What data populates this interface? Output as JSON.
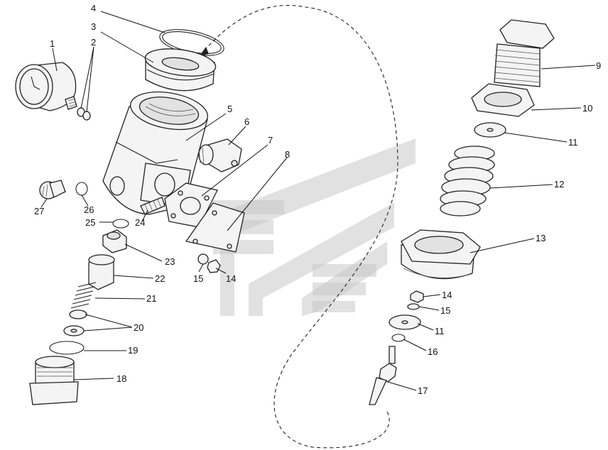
{
  "labels": [
    {
      "key": "l1",
      "text": "1"
    },
    {
      "key": "l2",
      "text": "2"
    },
    {
      "key": "l3",
      "text": "3"
    },
    {
      "key": "l4",
      "text": "4"
    },
    {
      "key": "l5",
      "text": "5"
    },
    {
      "key": "l6",
      "text": "6"
    },
    {
      "key": "l7",
      "text": "7"
    },
    {
      "key": "l8",
      "text": "8"
    },
    {
      "key": "l9",
      "text": "9"
    },
    {
      "key": "l10",
      "text": "10"
    },
    {
      "key": "l11a",
      "text": "11"
    },
    {
      "key": "l12",
      "text": "12"
    },
    {
      "key": "l13",
      "text": "13"
    },
    {
      "key": "l14a",
      "text": "14"
    },
    {
      "key": "l15a",
      "text": "15"
    },
    {
      "key": "l14b",
      "text": "14"
    },
    {
      "key": "l15b",
      "text": "15"
    },
    {
      "key": "l11b",
      "text": "11"
    },
    {
      "key": "l16",
      "text": "16"
    },
    {
      "key": "l17",
      "text": "17"
    },
    {
      "key": "l18",
      "text": "18"
    },
    {
      "key": "l19",
      "text": "19"
    },
    {
      "key": "l20",
      "text": "20"
    },
    {
      "key": "l21",
      "text": "21"
    },
    {
      "key": "l22",
      "text": "22"
    },
    {
      "key": "l23",
      "text": "23"
    },
    {
      "key": "l24",
      "text": "24"
    },
    {
      "key": "l25",
      "text": "25"
    },
    {
      "key": "l26",
      "text": "26"
    },
    {
      "key": "l27",
      "text": "27"
    }
  ],
  "colors": {
    "line": "#222222",
    "watermark": "#c9c9c9",
    "background": "#ffffff"
  }
}
